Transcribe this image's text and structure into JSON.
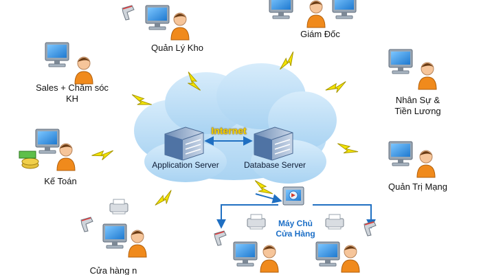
{
  "diagram": {
    "cloud": {
      "internet_label": "Internet",
      "app_server_label": "Application Server",
      "db_server_label": "Database Server"
    },
    "nodes": {
      "warehouse_manager": "Quản Lý Kho",
      "director": "Giám Đốc",
      "sales_cs": "Sales + Chăm sóc\nKH",
      "hr_payroll": "Nhân Sự &\nTiền Lương",
      "accounting": "Kế Toán",
      "network_admin": "Quản Trị Mạng",
      "store_n": "Cửa hàng n",
      "store_server": "Máy Chủ\nCửa Hàng"
    },
    "icons": {
      "computer": "monitor-icon",
      "user": "user-icon",
      "printer": "printer-icon",
      "scanner": "barcode-scanner-icon",
      "server": "server-icon",
      "link": "lightning-bolt-icon"
    },
    "colors": {
      "cloud": "#b9dcf5",
      "cloud_edge": "#8fc3ea",
      "arrow": "#1f6fc2",
      "bolt": "#f4e400",
      "bolt_edge": "#a99800",
      "monitor": "#9aa7b4",
      "screen": "#3f9be6",
      "person_shirt": "#f08a1c",
      "person_skin": "#f6c59a"
    }
  }
}
